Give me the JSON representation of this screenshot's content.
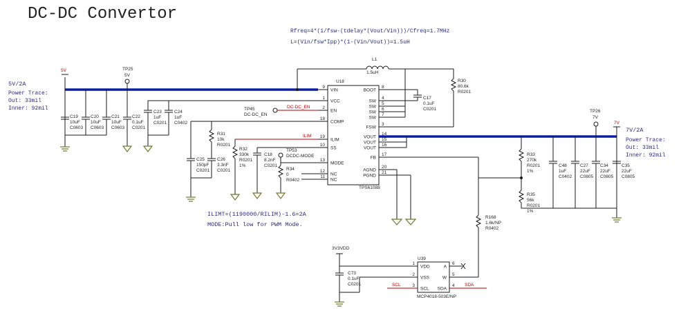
{
  "title": "DC-DC Convertor",
  "equations": {
    "rfreq": "Rfreq=4*(1/fsw-(tdelay*(Vout/Vin)))/Cfreq=1.7MHz",
    "inductor": "L=(Vin/fsw*Ipp)*(1-(Vin/Vout))=1.5uH",
    "ilimit": "ILIMT=(1190000/RILIM)-1.6=2A",
    "mode": "MODE:Pull low for PWM Mode."
  },
  "input_note": {
    "rail": "5V/2A",
    "l1": "Power Trace:",
    "l2": "Out: 33mil",
    "l3": "Inner: 92mil"
  },
  "output_note": {
    "rail": "7V/2A",
    "l1": "Power Trace:",
    "l2": "Out: 33mil",
    "l3": "Inner: 92mil"
  },
  "nets": {
    "in5v": "5V",
    "out7v": "7V",
    "vdd": "3V3VDD",
    "en": "DC-DC_EN",
    "ilim": "ILIM",
    "scl": "SCL",
    "sda": "SDA"
  },
  "testpoints": {
    "tp25": {
      "ref": "TP25",
      "net": "5V"
    },
    "tp26": {
      "ref": "TP26",
      "net": "7V"
    },
    "tp45": {
      "ref": "TP45",
      "net": "DC-DC_EN"
    },
    "tp53": {
      "ref": "TP53",
      "net": "DCDC-MODE"
    }
  },
  "inductor": {
    "ref": "L1",
    "value": "1.5uH"
  },
  "u18": {
    "ref": "U18",
    "part": "TPS61088",
    "left_pins": [
      {
        "num": "9",
        "name": "VIN"
      },
      {
        "num": "1",
        "name": "VCC"
      },
      {
        "num": "2",
        "name": "EN"
      },
      {
        "num": "18",
        "name": "COMP"
      },
      {
        "num": "19",
        "name": "ILIM"
      },
      {
        "num": "10",
        "name": "SS"
      },
      {
        "num": "13",
        "name": "MODE"
      },
      {
        "num": "12",
        "name": "NC"
      },
      {
        "num": "11",
        "name": "NC"
      }
    ],
    "right_pins": [
      {
        "num": "8",
        "name": "BOOT"
      },
      {
        "num": "4",
        "name": "SW"
      },
      {
        "num": "5",
        "name": "SW"
      },
      {
        "num": "6",
        "name": "SW"
      },
      {
        "num": "7",
        "name": "SW"
      },
      {
        "num": "3",
        "name": "FSW"
      },
      {
        "num": "14",
        "name": "VOUT"
      },
      {
        "num": "15",
        "name": "VOUT"
      },
      {
        "num": "16",
        "name": "VOUT"
      },
      {
        "num": "17",
        "name": "FB"
      },
      {
        "num": "20",
        "name": "AGND"
      },
      {
        "num": "21",
        "name": "PGND"
      }
    ]
  },
  "u39": {
    "ref": "U39",
    "part": "MCP4018-503E/NP",
    "left_pins": [
      {
        "num": "1",
        "name": "VDD"
      },
      {
        "num": "2",
        "name": "VSS"
      },
      {
        "num": "3",
        "name": "SCL"
      }
    ],
    "right_pins": [
      {
        "num": "6",
        "name": "A"
      },
      {
        "num": "5",
        "name": "W"
      },
      {
        "num": "4",
        "name": "SDA"
      }
    ]
  },
  "caps": {
    "c19": {
      "ref": "C19",
      "value": "10uF",
      "pkg": "C0603"
    },
    "c20": {
      "ref": "C20",
      "value": "10uF",
      "pkg": "C0603"
    },
    "c21": {
      "ref": "C21",
      "value": "10uF",
      "pkg": "C0603"
    },
    "c22": {
      "ref": "C22",
      "value": "0.1uF",
      "pkg": "C0201"
    },
    "c23": {
      "ref": "C23",
      "value": "1uF",
      "pkg": "C0201"
    },
    "c24": {
      "ref": "C24",
      "value": "1uF",
      "pkg": "C0402"
    },
    "c25": {
      "ref": "C25",
      "value": "150pF",
      "pkg": "C0201"
    },
    "c26": {
      "ref": "C26",
      "value": "3.3nF",
      "pkg": "C0201"
    },
    "c18": {
      "ref": "C18",
      "value": "8.2nF",
      "pkg": "C0201"
    },
    "c17": {
      "ref": "C17",
      "value": "0.1uF",
      "pkg": "C0201"
    },
    "c48": {
      "ref": "C48",
      "value": "1uF",
      "pkg": "C0402"
    },
    "c27": {
      "ref": "C27",
      "value": "22uF",
      "pkg": "C0805"
    },
    "c34": {
      "ref": "C34",
      "value": "22uF",
      "pkg": "C0805"
    },
    "c35": {
      "ref": "C35",
      "value": "22uF",
      "pkg": "C0805"
    },
    "c73": {
      "ref": "C73",
      "value": "0.1uF",
      "pkg": "C0201"
    }
  },
  "resistors": {
    "r31": {
      "ref": "R31",
      "value": "10k",
      "pkg": "R0201",
      "tol": ""
    },
    "r32": {
      "ref": "R32",
      "value": "330k",
      "pkg": "R0201",
      "tol": "1%"
    },
    "r34": {
      "ref": "R34",
      "value": "0",
      "pkg": "R0402",
      "tol": ""
    },
    "r30": {
      "ref": "R30",
      "value": "80.6k",
      "pkg": "R0201",
      "tol": ""
    },
    "r33": {
      "ref": "R33",
      "value": "270k",
      "pkg": "R0201",
      "tol": "1%"
    },
    "r35": {
      "ref": "R35",
      "value": "56k",
      "pkg": "R0201",
      "tol": "1%"
    },
    "r168": {
      "ref": "R168",
      "value": "1.6k/NP",
      "pkg": "R0402",
      "tol": ""
    }
  },
  "colors": {
    "bus": "#0a1fa0",
    "net_label": "#c00000",
    "ground": "#6f7a2a",
    "note_text": "#2a2a88"
  }
}
